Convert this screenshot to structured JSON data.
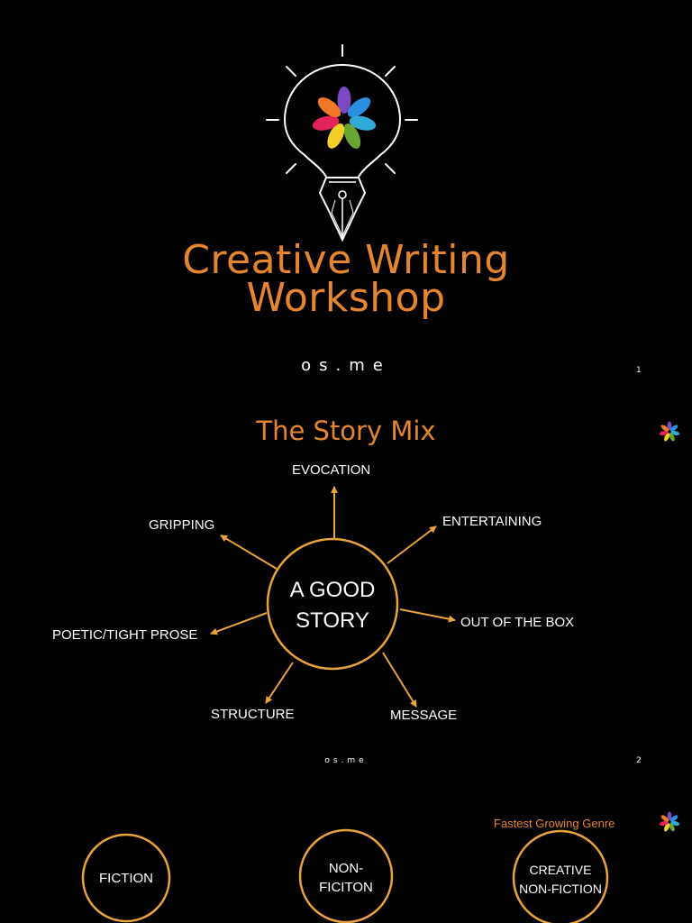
{
  "colors": {
    "accent": "#e5862f",
    "line": "#e8a33a",
    "text": "#ffffff",
    "background": "#000000"
  },
  "slide1": {
    "logo_icon": "lightbulb-pen-flower-icon",
    "title_line1": "Creative Writing",
    "title_line2": "Workshop",
    "brand": "os.me",
    "page_number": "1"
  },
  "slide2": {
    "flower_icon": "flower-logo-icon",
    "title": "The Story Mix",
    "hub_line1": "A GOOD",
    "hub_line2": "STORY",
    "spokes": {
      "evocation": "EVOCATION",
      "entertaining": "ENTERTAINING",
      "out_of_the_box": "OUT OF THE BOX",
      "message": "MESSAGE",
      "structure": "STRUCTURE",
      "poetic": "POETIC/TIGHT PROSE",
      "gripping": "GRIPPING"
    },
    "brand": "os.me",
    "page_number": "2"
  },
  "slide3": {
    "flower_icon": "flower-logo-icon",
    "genre_label": "Fastest Growing Genre",
    "circles": [
      {
        "line1": "FICTION",
        "line2": ""
      },
      {
        "line1": "NON-",
        "line2": "FICITON"
      },
      {
        "line1": "CREATIVE",
        "line2": "NON-FICTION"
      }
    ]
  }
}
